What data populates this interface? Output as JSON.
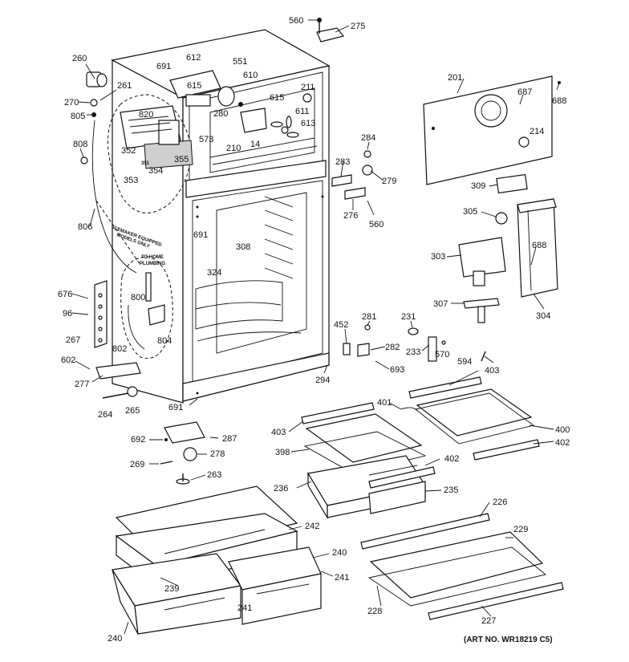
{
  "art_number": "(ART NO. WR18219 C5)",
  "notes": {
    "icemaker_1": "ICEMAKER EQUIPPED",
    "icemaker_2": "MODELS ONLY",
    "plumbing_1": "TO HOME",
    "plumbing_2": "PLUMBING"
  },
  "callouts": [
    "560",
    "275",
    "260",
    "612",
    "691",
    "551",
    "610",
    "261",
    "615",
    "211",
    "270",
    "820",
    "280",
    "615",
    "611",
    "805",
    "613",
    "284",
    "573",
    "210",
    "14",
    "808",
    "352",
    "354",
    "355",
    "283",
    "279",
    "353",
    "351",
    "276",
    "560",
    "806",
    "691",
    "308",
    "324",
    "676",
    "800",
    "96",
    "267",
    "804",
    "802",
    "602",
    "277",
    "691",
    "264",
    "265",
    "692",
    "287",
    "269",
    "278",
    "263",
    "201",
    "687",
    "688",
    "214",
    "309",
    "305",
    "688",
    "303",
    "307",
    "304",
    "452",
    "281",
    "231",
    "282",
    "233",
    "570",
    "693",
    "594",
    "294",
    "403",
    "401",
    "400",
    "403",
    "398",
    "402",
    "402",
    "236",
    "235",
    "226",
    "229",
    "242",
    "240",
    "241",
    "239",
    "241",
    "228",
    "227",
    "240"
  ]
}
